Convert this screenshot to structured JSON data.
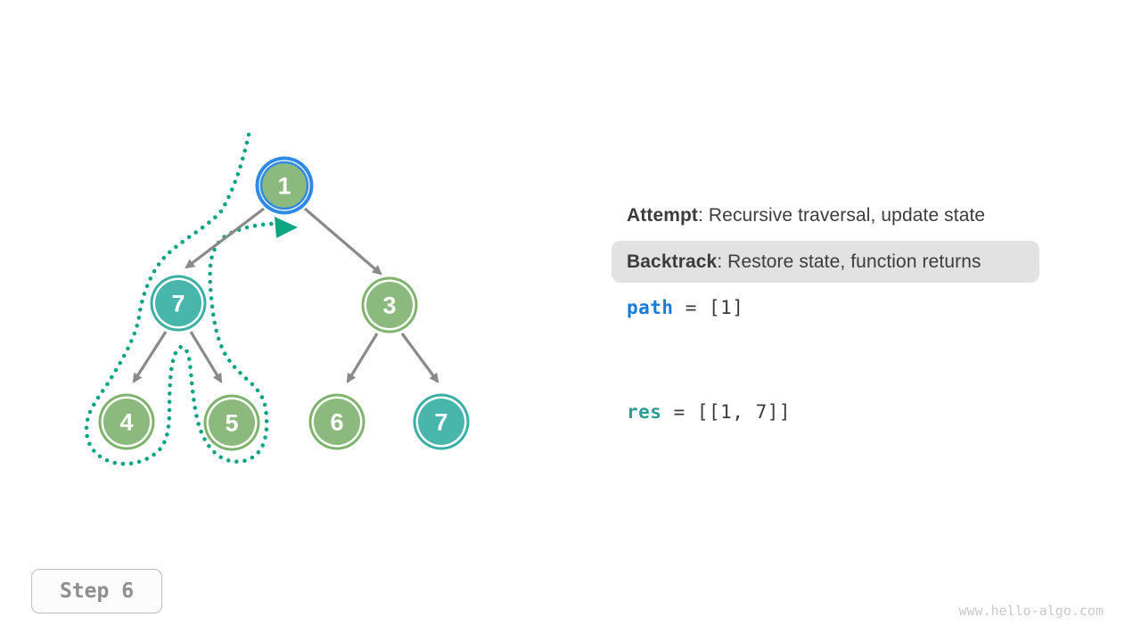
{
  "tree": {
    "nodes": [
      {
        "id": "root",
        "label": "1",
        "variant": "selected"
      },
      {
        "id": "left",
        "label": "7",
        "variant": "teal"
      },
      {
        "id": "right",
        "label": "3",
        "variant": "green"
      },
      {
        "id": "left-left",
        "label": "4",
        "variant": "green"
      },
      {
        "id": "left-right",
        "label": "5",
        "variant": "green"
      },
      {
        "id": "right-left",
        "label": "6",
        "variant": "green"
      },
      {
        "id": "right-right",
        "label": "7",
        "variant": "teal"
      }
    ]
  },
  "panel": {
    "attempt": {
      "label": "Attempt",
      "text": ": Recursive traversal, update state"
    },
    "backtrack": {
      "label": "Backtrack",
      "text": ": Restore state, function returns"
    },
    "path_line": {
      "keyword": "path",
      "value": " = [1]"
    },
    "res_line": {
      "keyword": "res",
      "value": " = [[1, 7]]"
    }
  },
  "step": {
    "label": "Step 6"
  },
  "watermark": "www.hello-algo.com",
  "colors": {
    "node_green": "#8CB97E",
    "node_green_ring": "#7EB36C",
    "node_teal": "#49B6AC",
    "node_teal_ring": "#3AB0A5",
    "highlight_blue": "#2F8AE5",
    "dotted_teal": "#0EA583",
    "edge_gray": "#8A8A8A",
    "chip_bg": "#E2E2E2",
    "text_dark": "#3C3C3C",
    "path_blue": "#1B7AD6",
    "res_teal": "#2E9C90",
    "step_text": "#8E8E8E",
    "step_border": "#BDBDBD",
    "step_bg": "#FCFCFC",
    "watermark_gray": "#C9C9C9"
  }
}
